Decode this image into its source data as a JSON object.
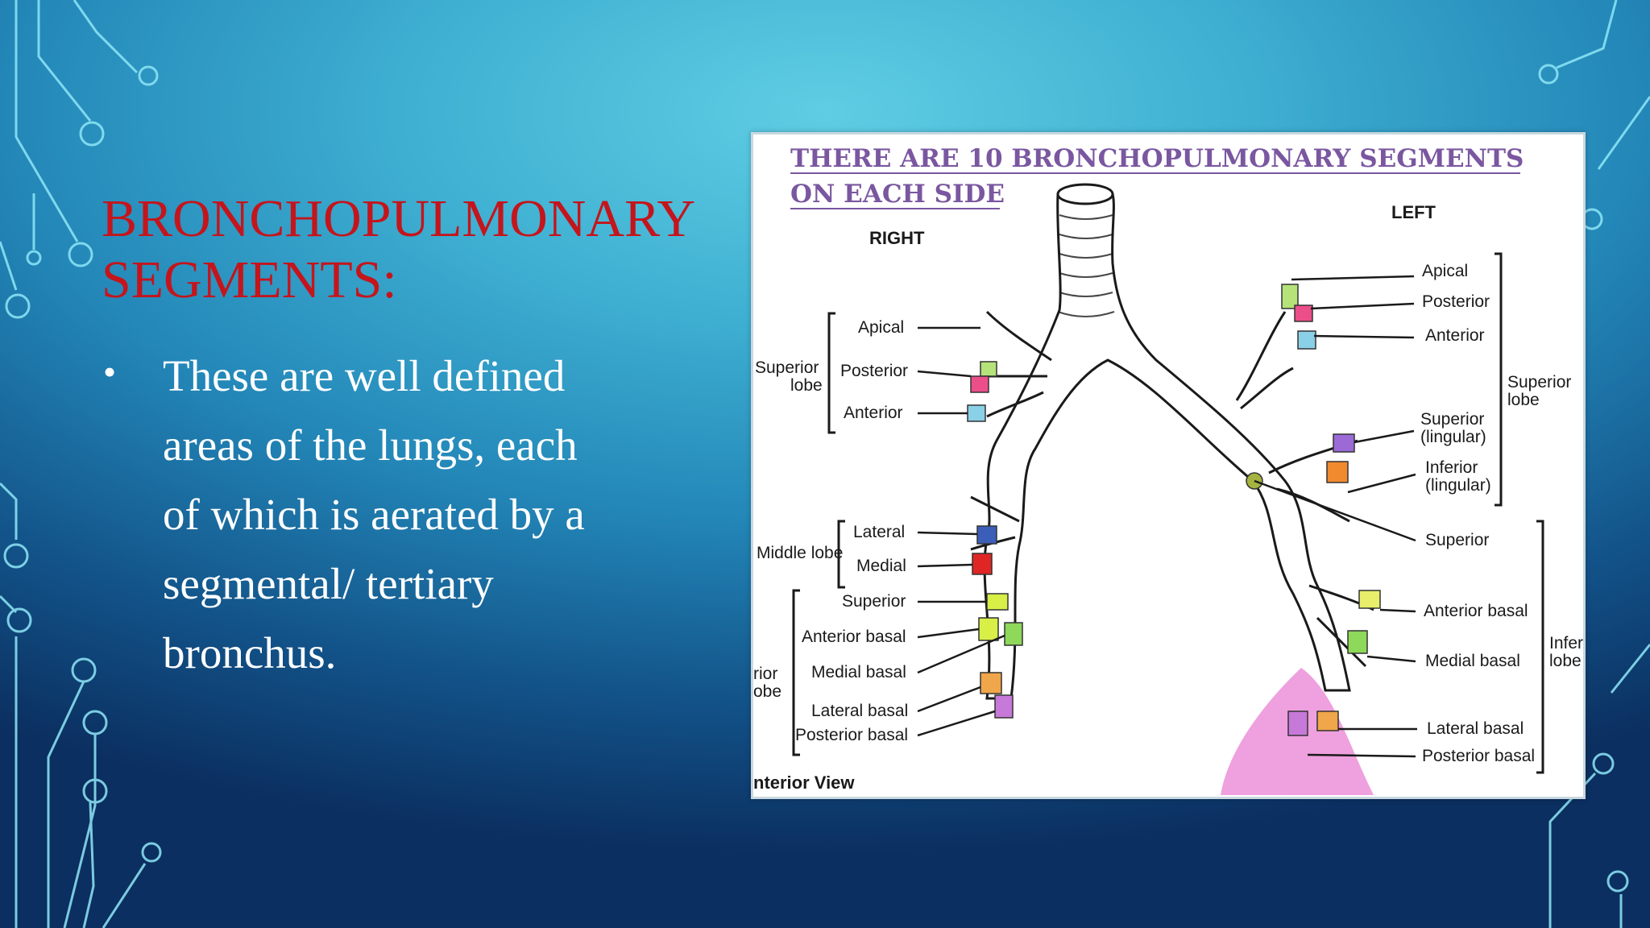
{
  "slide": {
    "title_line1": "BRONCHOPULMONARY",
    "title_line2": "SEGMENTS:",
    "bullet_symbol": "•",
    "bullet_text": "These are well defined areas of the lungs, each of which is aerated by a segmental/ tertiary bronchus."
  },
  "figure": {
    "header_line1": "THERE ARE  10 BRONCHOPULMONARY SEGMENTS",
    "header_line2": "ON EACH SIDE",
    "right_heading": "RIGHT",
    "left_heading": "LEFT",
    "view_label": "nterior View",
    "right": {
      "superior_lobe_1": "Superior",
      "superior_lobe_2": "lobe",
      "apical": "Apical",
      "posterior": "Posterior",
      "anterior": "Anterior",
      "middle_lobe": "Middle lobe",
      "lateral": "Lateral",
      "medial": "Medial",
      "superior": "Superior",
      "anterior_basal": "Anterior basal",
      "medial_basal": "Medial basal",
      "lateral_basal": "Lateral basal",
      "posterior_basal": "Posterior basal",
      "inferior_lobe_1": "rior",
      "inferior_lobe_2": "obe"
    },
    "left": {
      "apical": "Apical",
      "posterior": "Posterior",
      "anterior": "Anterior",
      "superior_lobe_1": "Superior",
      "superior_lobe_2": "lobe",
      "superior_lingular_1": "Superior",
      "superior_lingular_2": "(lingular)",
      "inferior_lingular_1": "Inferior",
      "inferior_lingular_2": "(lingular)",
      "superior": "Superior",
      "anterior_basal": "Anterior basal",
      "medial_basal": "Medial basal",
      "lateral_basal": "Lateral basal",
      "posterior_basal": "Posterior basal",
      "inferior_lobe_1": "Infer",
      "inferior_lobe_2": "lobe"
    }
  },
  "colors": {
    "title": "#c4151c",
    "body_text": "#ffffff",
    "figure_header": "#7a57a0"
  }
}
